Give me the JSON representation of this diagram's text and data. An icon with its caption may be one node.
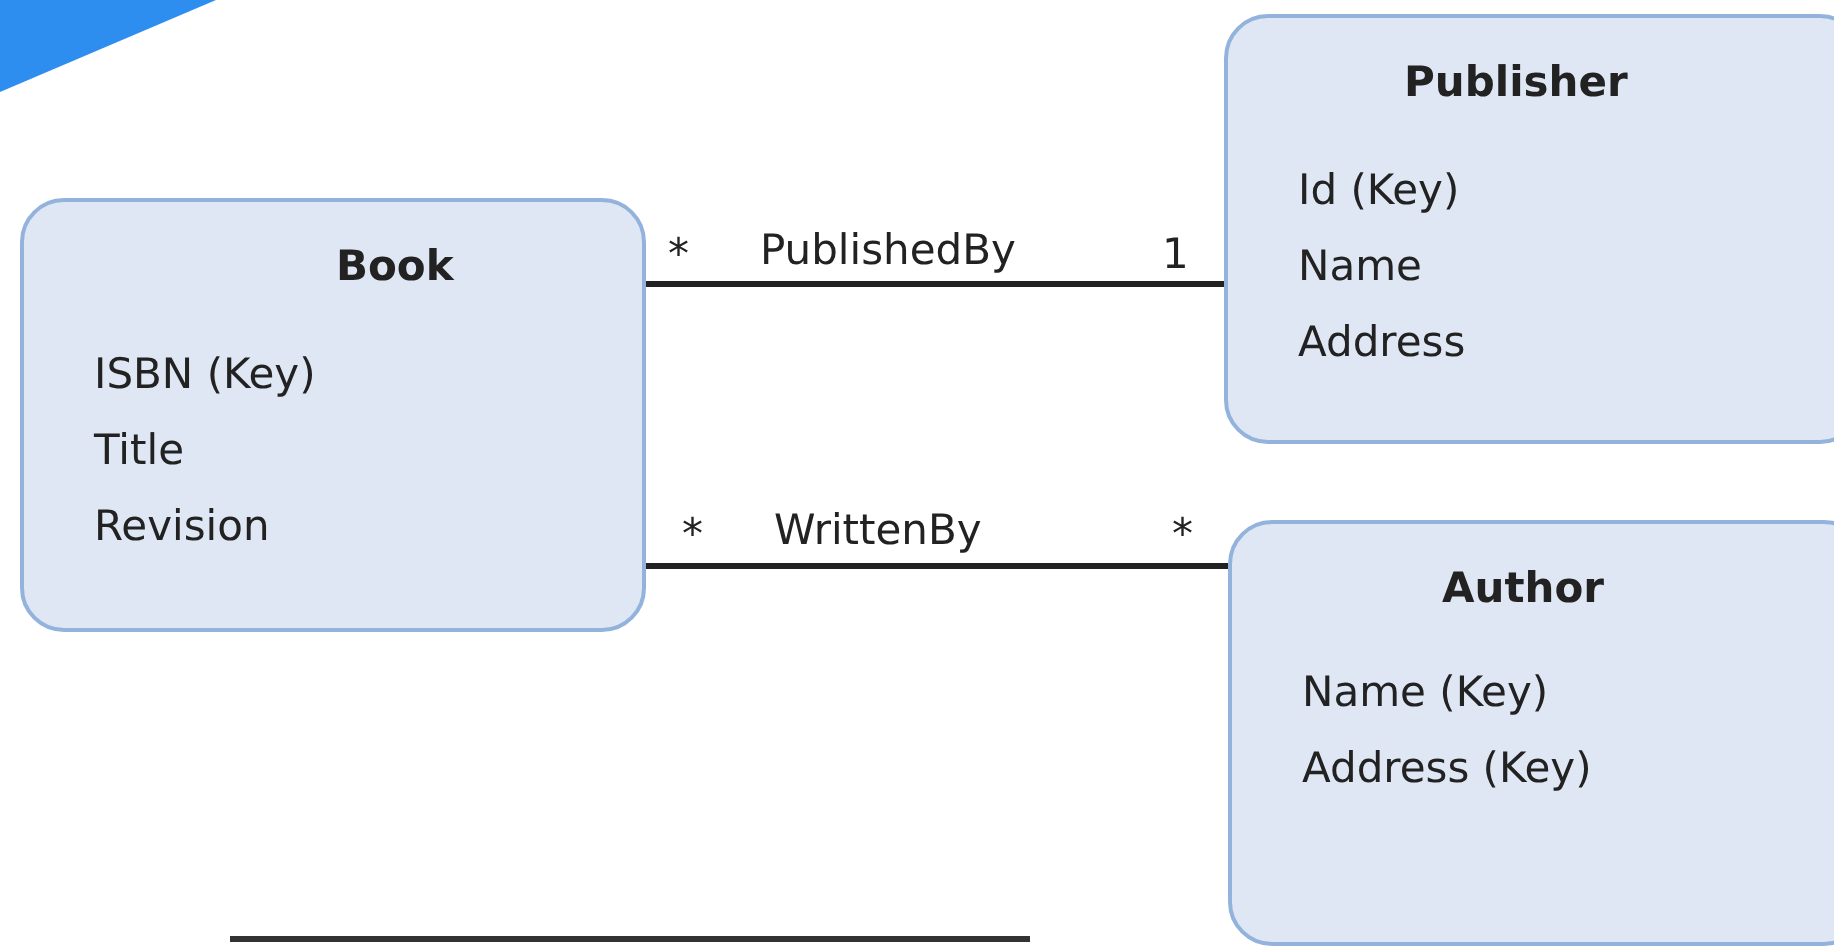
{
  "diagram": {
    "nodes": [
      {
        "text": [
          "Book",
          "ISBN (Key)",
          "Title",
          "Revision"
        ]
      },
      {
        "text": [
          "Publisher",
          "Id (Key)",
          "Name",
          "Address"
        ]
      },
      {
        "text": [
          "Author",
          "Name (Key)",
          "Address (Key)"
        ]
      }
    ],
    "edges": [
      {
        "from": 0,
        "to": 1,
        "arrow": "none",
        "label": "PublishedBy"
      },
      {
        "from": 0,
        "to": 2,
        "arrow": "none",
        "label": "WrittenBy"
      }
    ],
    "labels": [
      "*",
      "1",
      "*",
      "*"
    ]
  }
}
